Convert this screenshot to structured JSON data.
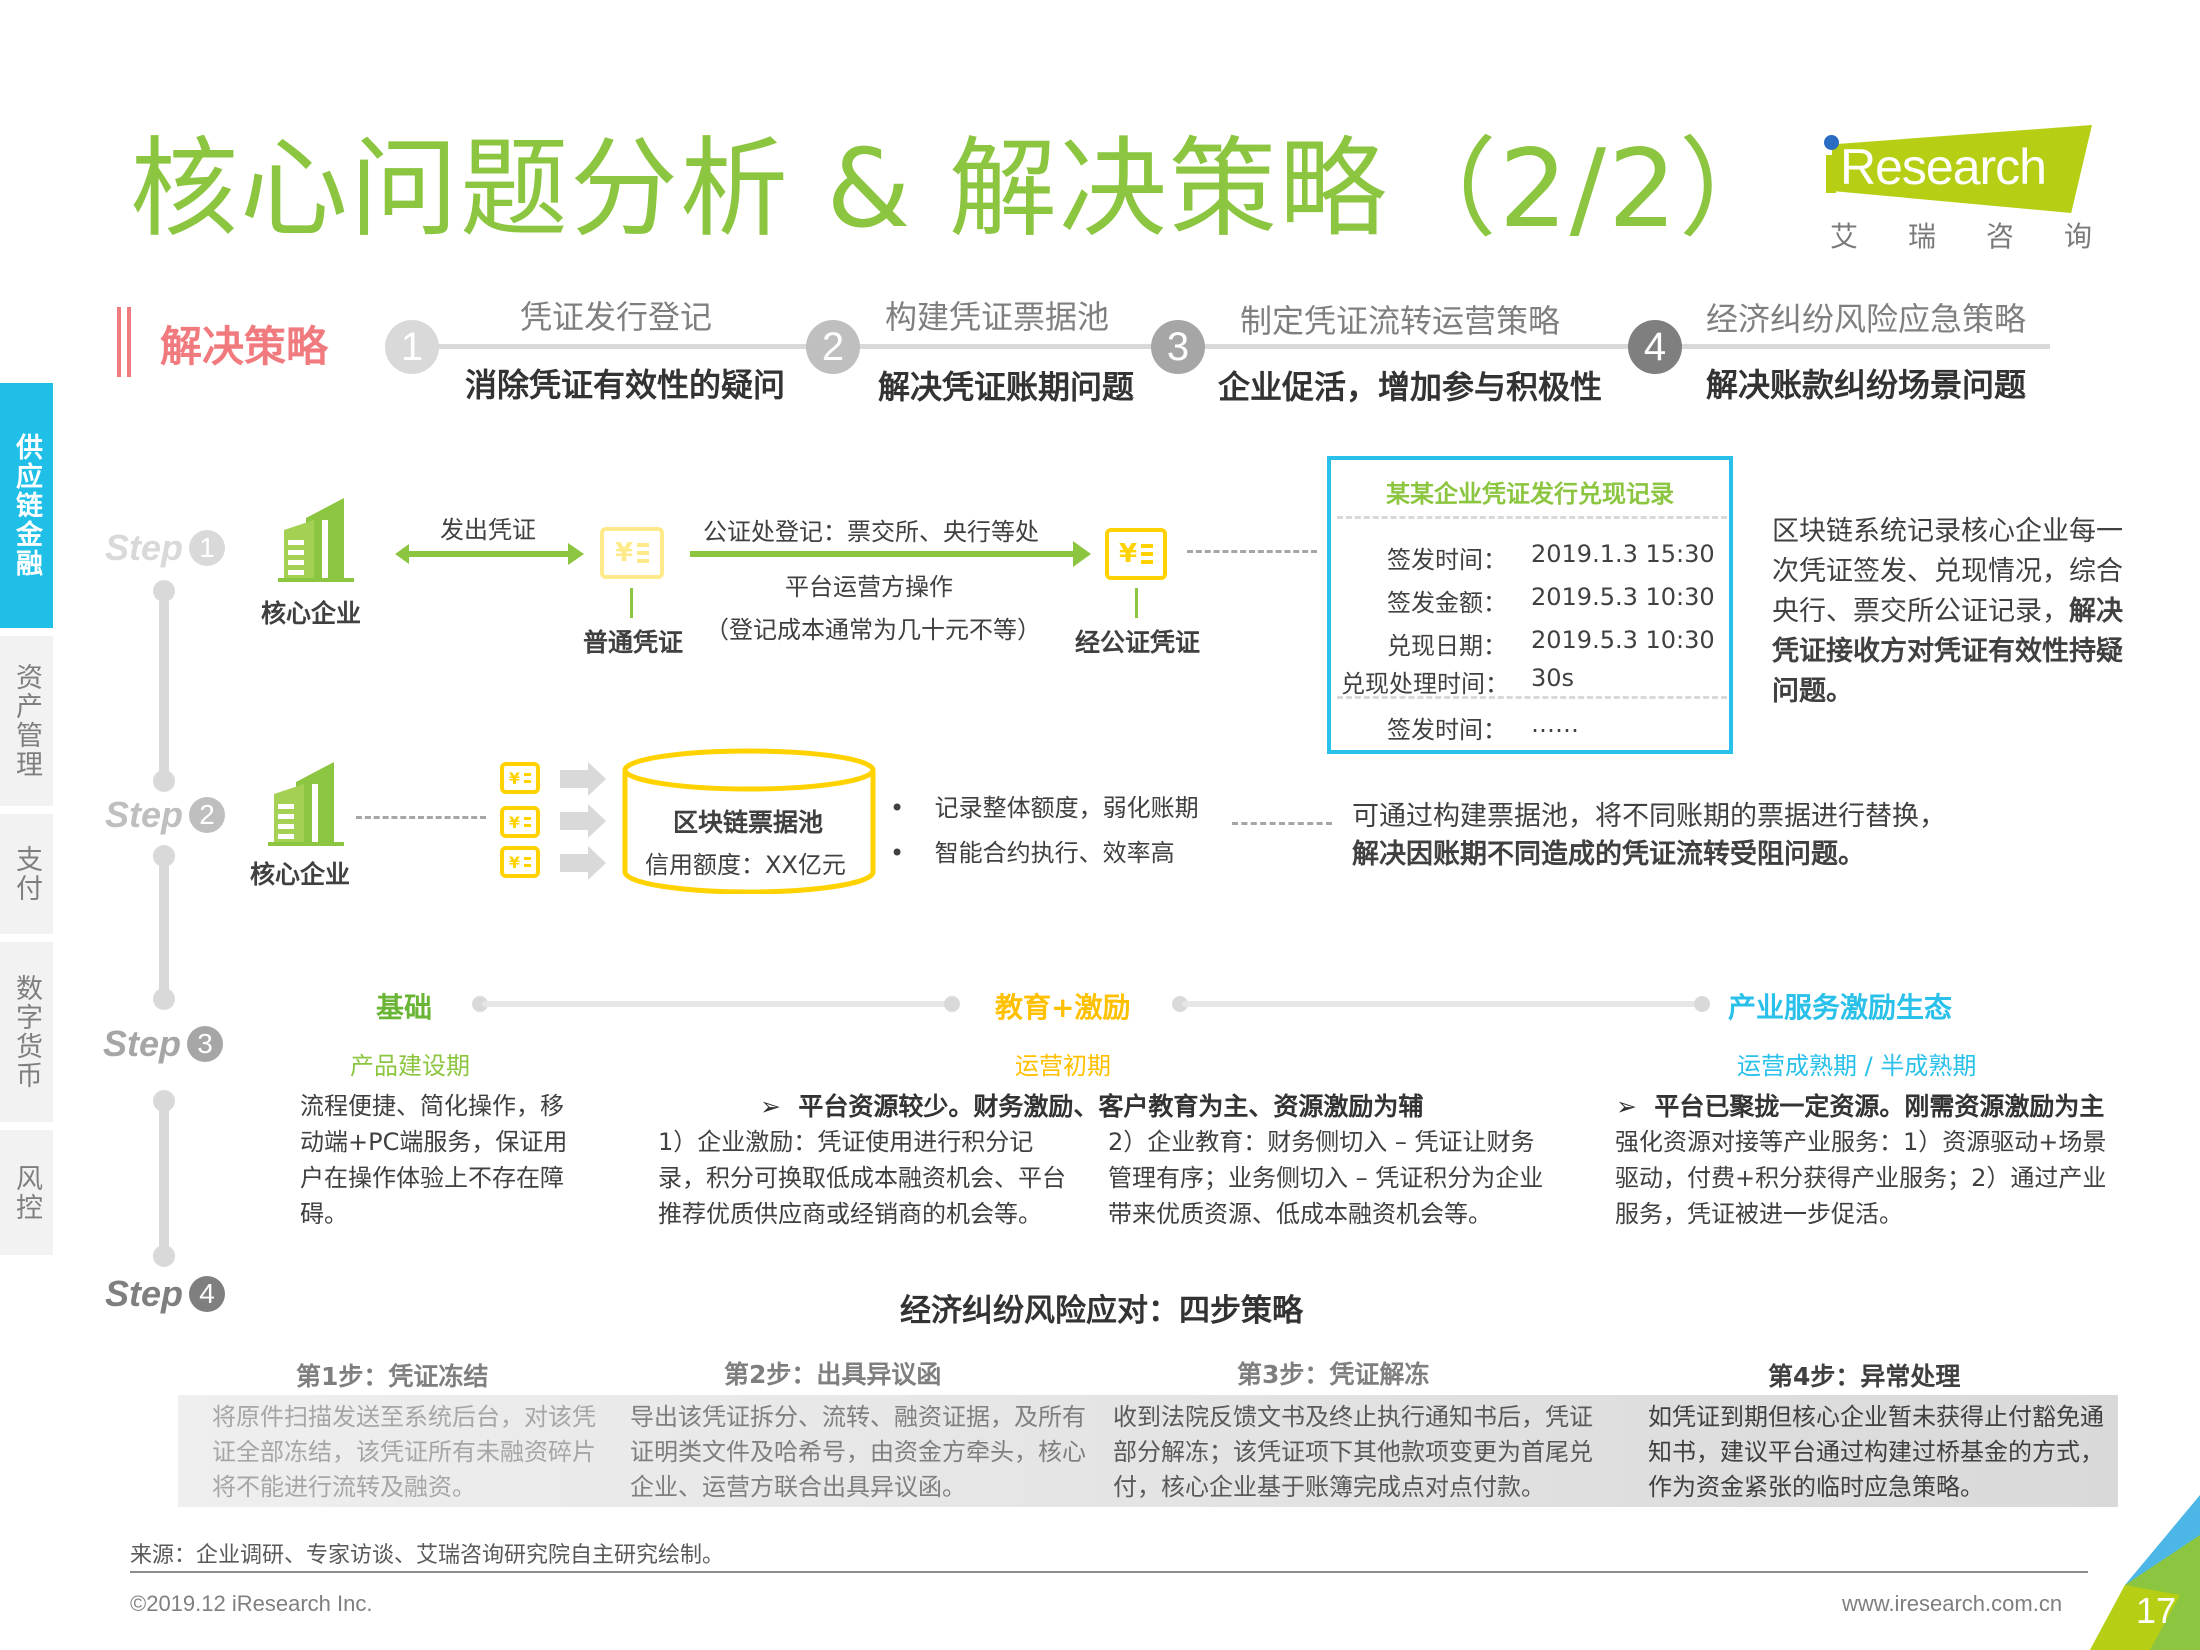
{
  "page": {
    "title": "核心问题分析 & 解决策略（2/2）",
    "logo": {
      "brand": "iResearch",
      "brand_rest": "Research",
      "cn": [
        "艾",
        "瑞",
        "咨",
        "询"
      ]
    },
    "page_number": "17"
  },
  "sidenav": {
    "items": [
      {
        "label": "供应链金融",
        "active": true
      },
      {
        "label": "资产管理",
        "active": false
      },
      {
        "label": "支付",
        "active": false
      },
      {
        "label": "数字货币",
        "active": false
      },
      {
        "label": "风控",
        "active": false
      }
    ]
  },
  "strategy": {
    "label": "解决策略",
    "items": [
      {
        "num": "1",
        "top": "凭证发行登记",
        "bottom": "消除凭证有效性的疑问",
        "color": "#d9d9d9"
      },
      {
        "num": "2",
        "top": "构建凭证票据池",
        "bottom": "解决凭证账期问题",
        "color": "#bfbfbf"
      },
      {
        "num": "3",
        "top": "制定凭证流转运营策略",
        "bottom": "企业促活，增加参与积极性",
        "color": "#a6a6a6"
      },
      {
        "num": "4",
        "top": "经济纠纷风险应急策略",
        "bottom": "解决账款纠纷场景问题",
        "color": "#7f7f7f"
      }
    ]
  },
  "steps": [
    {
      "word": "Step",
      "num": "1",
      "color": "#d9d9d9"
    },
    {
      "word": "Step",
      "num": "2",
      "color": "#bfbfbf"
    },
    {
      "word": "Step",
      "num": "3",
      "color": "#a6a6a6"
    },
    {
      "word": "Step",
      "num": "4",
      "color": "#7f7f7f"
    }
  ],
  "step1": {
    "core_enterprise": "核心企业",
    "issue_label": "发出凭证",
    "normal_voucher": "普通凭证",
    "notary_label": "公证处登记：票交所、央行等处",
    "operator_label": "平台运营方操作",
    "cost_note": "（登记成本通常为几十元不等）",
    "notarized_voucher": "经公证凭证",
    "record": {
      "title": "某某企业凭证发行兑现记录",
      "rows": [
        {
          "key": "签发时间：",
          "value": "2019.1.3 15:30"
        },
        {
          "key": "签发金额：",
          "value": "2019.5.3 10:30"
        },
        {
          "key": "兑现日期：",
          "value": "2019.5.3 10:30"
        },
        {
          "key": "兑现处理时间：",
          "value": "30s"
        }
      ],
      "extra_row": {
        "key": "签发时间：",
        "value": "……"
      }
    },
    "description_normal": "区块链系统记录核心企业每一次凭证签发、兑现情况，综合央行、票交所公证记录，",
    "description_bold": "解决凭证接收方对凭证有效性持疑问题。"
  },
  "step2": {
    "core_enterprise": "核心企业",
    "pool_title": "区块链票据池",
    "pool_credit": "信用额度：XX亿元",
    "bullets": [
      "记录整体额度，弱化账期",
      "智能合约执行、效率高"
    ],
    "description_normal": "可通过构建票据池，将不同账期的票据进行替换，",
    "description_bold": "解决因账期不同造成的凭证流转受阻问题。"
  },
  "step3": {
    "phases": [
      {
        "title": "基础",
        "subtitle": "产品建设期",
        "color": "#6bb536",
        "sub_color": "#8cc540"
      },
      {
        "title": "教育+激励",
        "subtitle": "运营初期",
        "color": "#ffc000",
        "sub_color": "#ffc000"
      },
      {
        "title": "产业服务激励生态",
        "subtitle": "运营成熟期 / 半成熟期",
        "color": "#29c0ea",
        "sub_color": "#29c0ea"
      }
    ],
    "basis_text": "流程便捷、简化操作，移动端+PC端服务，保证用户在操作体验上不存在障碍。",
    "edu_head": "平台资源较少。财务激励、客户教育为主、资源激励为辅",
    "edu_col1": "1）企业激励：凭证使用进行积分记录，积分可换取低成本融资机会、平台推荐优质供应商或经销商的机会等。",
    "edu_col2": "2）企业教育：财务侧切入 – 凭证让财务管理有序；业务侧切入 – 凭证积分为企业带来优质资源、低成本融资机会等。",
    "eco_head": "平台已聚拢一定资源。刚需资源激励为主",
    "eco_text": "强化资源对接等产业服务：1）资源驱动+场景驱动，付费+积分获得产业服务；2）通过产业服务，凭证被进一步促活。",
    "bullet_glyph": "➢"
  },
  "step4": {
    "title": "经济纠纷风险应对：四步策略",
    "items": [
      {
        "head": "第1步：凭证冻结",
        "text": "将原件扫描发送至系统后台，对该凭证全部冻结，该凭证所有未融资碎片将不能进行流转及融资。"
      },
      {
        "head": "第2步：出具异议函",
        "text": "导出该凭证拆分、流转、融资证据，及所有证明类文件及哈希号，由资金方牵头，核心企业、运营方联合出具异议函。"
      },
      {
        "head": "第3步：凭证解冻",
        "text": "收到法院反馈文书及终止执行通知书后，凭证部分解冻；该凭证项下其他款项变更为首尾兑付，核心企业基于账簿完成点对点付款。"
      },
      {
        "head": "第4步：异常处理",
        "text": "如凭证到期但核心企业暂未获得止付豁免通知书，建议平台通过构建过桥基金的方式，作为资金紧张的临时应急策略。"
      }
    ]
  },
  "footer": {
    "source": "来源：企业调研、专家访谈、艾瑞咨询研究院自主研究绘制。",
    "copyright": "©2019.12 iResearch Inc.",
    "website": "www.iresearch.com.cn"
  },
  "colors": {
    "title_green": "#8cc540",
    "accent_blue": "#1fbfe8",
    "strategy_red": "#f07a7e",
    "voucher_yellow": "#ffd200",
    "record_border": "#29c0ea"
  }
}
